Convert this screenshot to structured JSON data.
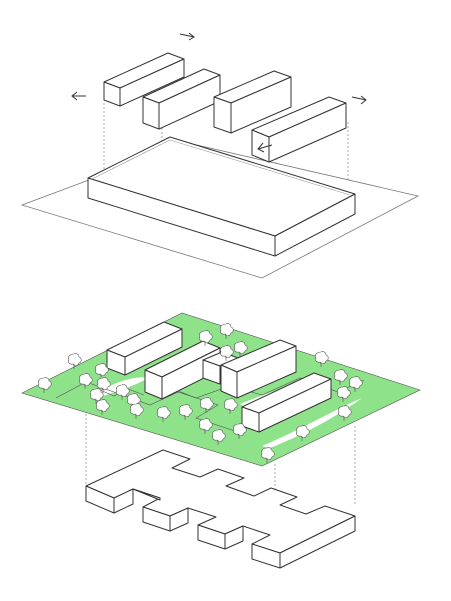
{
  "diagram": {
    "kind": "axonometric-exploded-massing",
    "colors": {
      "background": "#ffffff",
      "line": "#3a3a3a",
      "thin_line": "#777777",
      "block_fill": "#ffffff",
      "landscape": "#8ee38a",
      "path": "#ffffff",
      "tree": "#ffffff"
    },
    "layers": [
      {
        "id": "bar-volumes",
        "count": 4
      },
      {
        "id": "podium-on-site-plane"
      },
      {
        "id": "landscape-with-buildings-and-trees"
      },
      {
        "id": "cross-shaped-underground-base"
      }
    ],
    "movement_arrows": 4,
    "tree_icon": "tree-icon"
  }
}
